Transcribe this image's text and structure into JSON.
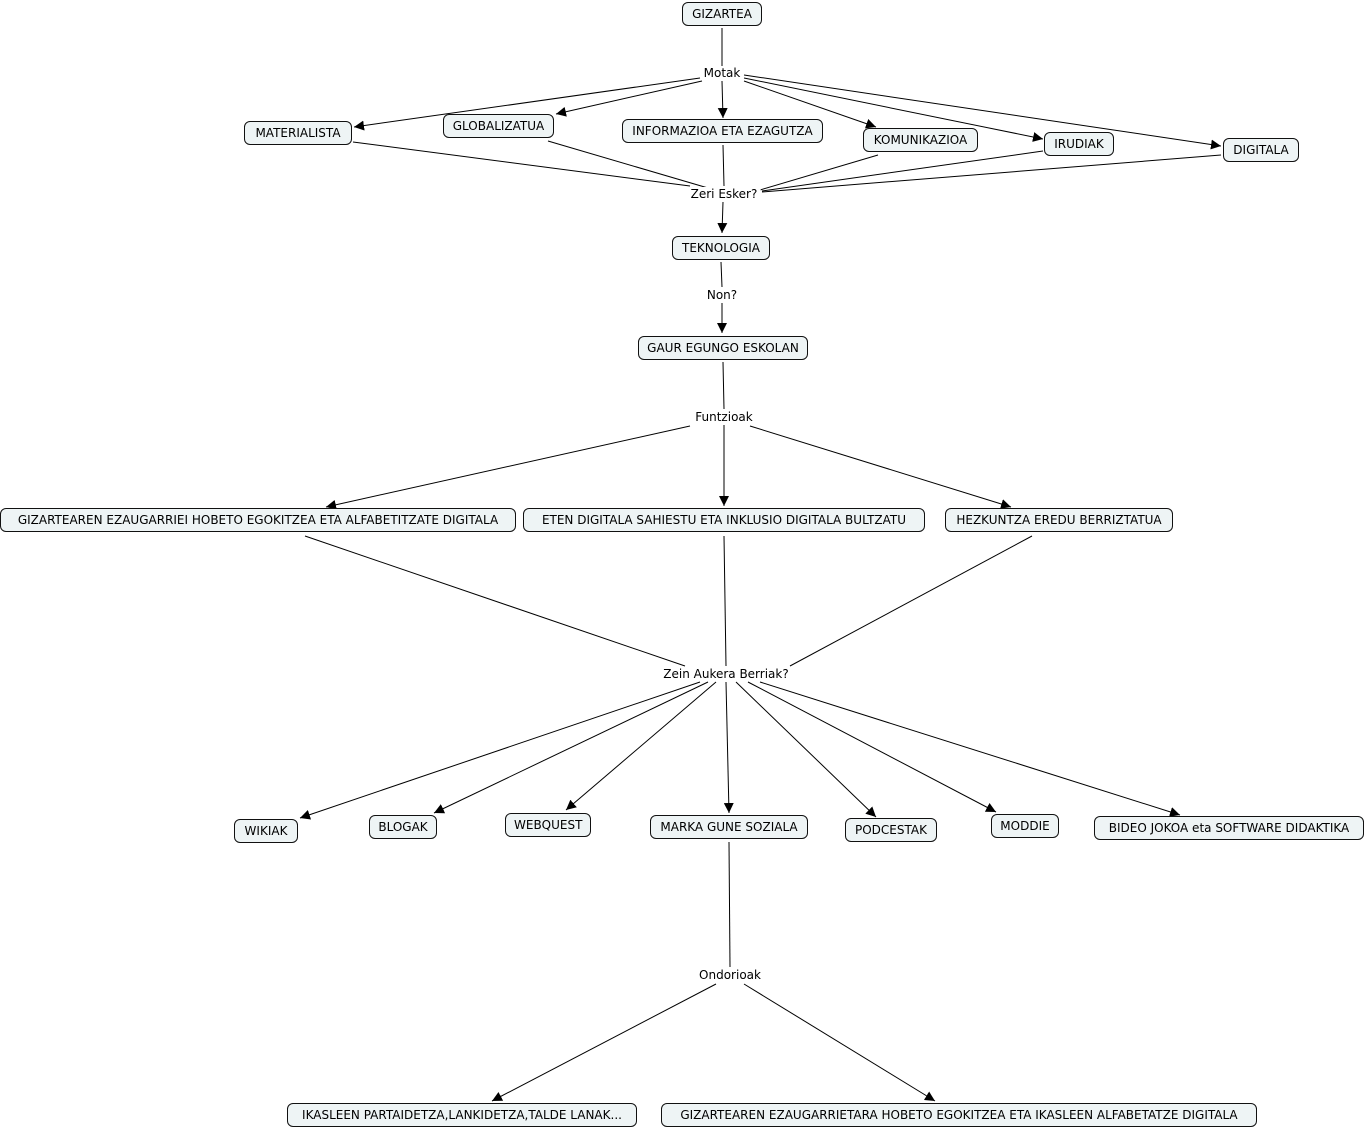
{
  "concepts": {
    "gizartea": "GIZARTEA",
    "materialista": "MATERIALISTA",
    "globalizatua": "GLOBALIZATUA",
    "informazioa": "INFORMAZIOA ETA EZAGUTZA",
    "komunikazioa": "KOMUNIKAZIOA",
    "irudiak": "IRUDIAK",
    "digitala": "DIGITALA",
    "teknologia": "TEKNOLOGIA",
    "gaur_egungo_eskolan": "GAUR EGUNGO ESKOLAN",
    "gizartearen_ezaugarriei": "GIZARTEAREN EZAUGARRIEI HOBETO EGOKITZEA ETA ALFABETITZATE DIGITALA",
    "eten_digitala": "ETEN DIGITALA SAHIESTU ETA INKLUSIO DIGITALA BULTZATU",
    "hezkuntza_eredu": "HEZKUNTZA EREDU BERRIZTATUA",
    "wikiak": "WIKIAK",
    "blogak": "BLOGAK",
    "webquest": "WEBQUEST",
    "marka_gune_soziala": "MARKA GUNE SOZIALA",
    "podcestak": "PODCESTAK",
    "moddie": "MODDIE",
    "bideo_jokoa": "BIDEO JOKOA eta SOFTWARE DIDAKTIKA",
    "ikasleen_partaidetza": "IKASLEEN PARTAIDETZA,LANKIDETZA,TALDE LANAK...",
    "gizartearen_ezaugarrietara": "GIZARTEAREN EZAUGARRIETARA HOBETO EGOKITZEA ETA IKASLEEN ALFABETATZE DIGITALA"
  },
  "linking_phrases": {
    "motak": "Motak",
    "zeri_esker": "Zeri Esker?",
    "non": "Non?",
    "funtzioak": "Funtzioak",
    "zein_aukera_berriak": "Zein Aukera Berriak?",
    "ondorioak": "Ondorioak"
  },
  "connections": [
    {
      "from": "gizartea",
      "via": "motak",
      "to": [
        "materialista",
        "globalizatua",
        "informazioa",
        "komunikazioa",
        "irudiak",
        "digitala"
      ]
    },
    {
      "from": [
        "materialista",
        "globalizatua",
        "informazioa",
        "komunikazioa",
        "irudiak",
        "digitala"
      ],
      "via": "zeri_esker",
      "to": [
        "teknologia"
      ]
    },
    {
      "from": "teknologia",
      "via": "non",
      "to": [
        "gaur_egungo_eskolan"
      ]
    },
    {
      "from": "gaur_egungo_eskolan",
      "via": "funtzioak",
      "to": [
        "gizartearen_ezaugarriei",
        "eten_digitala",
        "hezkuntza_eredu"
      ]
    },
    {
      "from": [
        "gizartearen_ezaugarriei",
        "eten_digitala",
        "hezkuntza_eredu"
      ],
      "via": "zein_aukera_berriak",
      "to": [
        "wikiak",
        "blogak",
        "webquest",
        "marka_gune_soziala",
        "podcestak",
        "moddie",
        "bideo_jokoa"
      ]
    },
    {
      "from": "marka_gune_soziala",
      "via": "ondorioak",
      "to": [
        "ikasleen_partaidetza",
        "gizartearen_ezaugarrietara"
      ]
    }
  ],
  "colors": {
    "node_fill": "#eef4f5",
    "node_border": "#111111",
    "line": "#000000",
    "background": "#ffffff"
  }
}
